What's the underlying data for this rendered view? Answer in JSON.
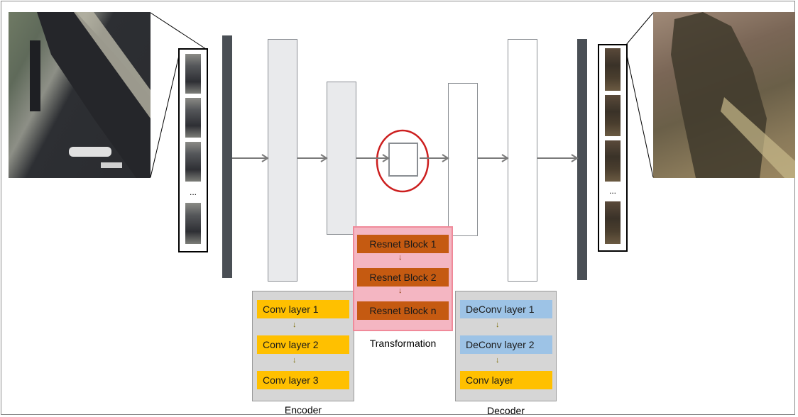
{
  "encoder": {
    "layers": [
      "Conv layer 1",
      "Conv layer 2",
      "Conv layer 3"
    ],
    "caption": "Encoder"
  },
  "transformation": {
    "blocks": [
      "Resnet Block 1",
      "Resnet Block 2",
      "Resnet Block n"
    ],
    "caption": "Transformation"
  },
  "decoder": {
    "layers": [
      "DeConv layer 1",
      "DeConv layer 2",
      "Conv layer"
    ],
    "caption": "Decoder"
  },
  "strips": {
    "ellipsis": "..."
  },
  "colors": {
    "conv": "#ffc000",
    "deconv": "#9dc3e6",
    "resnet": "#c55a11",
    "highlight": "#cc1f1f"
  }
}
